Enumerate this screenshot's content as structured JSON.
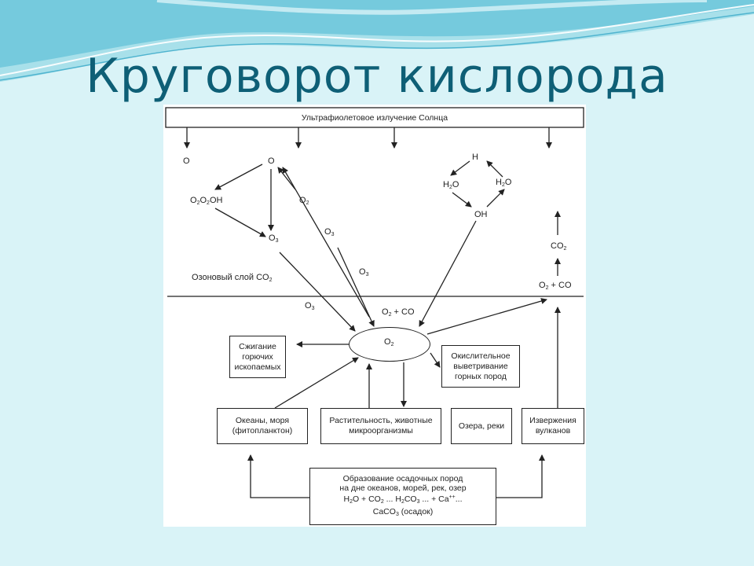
{
  "slide": {
    "title": "Круговорот кислорода",
    "colors": {
      "background": "#d9f3f7",
      "title": "#0e5f76",
      "wave_dark": "#4fb4cf",
      "wave_light": "#a8e0ea"
    }
  },
  "diagram": {
    "top_bar": "Ультрафиолетовое излучение Солнца",
    "labels": {
      "o_left": "O",
      "o_top": "O",
      "o2o2oh": "O2O2OH",
      "o2_mid": "O2",
      "o3_lower": "O3",
      "o3_arrow": "O3",
      "o3_right": "O3",
      "o3_bottom": "O3",
      "h": "H",
      "h2o_left": "H2O",
      "h2o_right": "H2O",
      "oh": "OH",
      "co2_right": "CO2",
      "o2co_right": "O2 + CO",
      "ozone_layer": "Озоновый слой CO2",
      "o2co_center": "O2 + CO",
      "center_o2": "O2"
    },
    "boxes": {
      "burning": "Сжигание\nгорючих\nископаемых",
      "weathering": "Окислительное\nвыветривание\nгорных пород",
      "oceans": "Океаны, моря\n(фитопланктон)",
      "vegetation": "Растительность, животные\nмикроорганизмы",
      "lakes": "Озера, реки",
      "volcanoes": "Извержения\nвулканов",
      "sediments_line1": "Образование осадочных пород",
      "sediments_line2": "на дне океанов, морей, рек, озер",
      "sediments_line3": "H2O + CO2 ... H2CO3 ... + Ca++...",
      "sediments_line4": "CaCO3 (осадок)"
    }
  }
}
